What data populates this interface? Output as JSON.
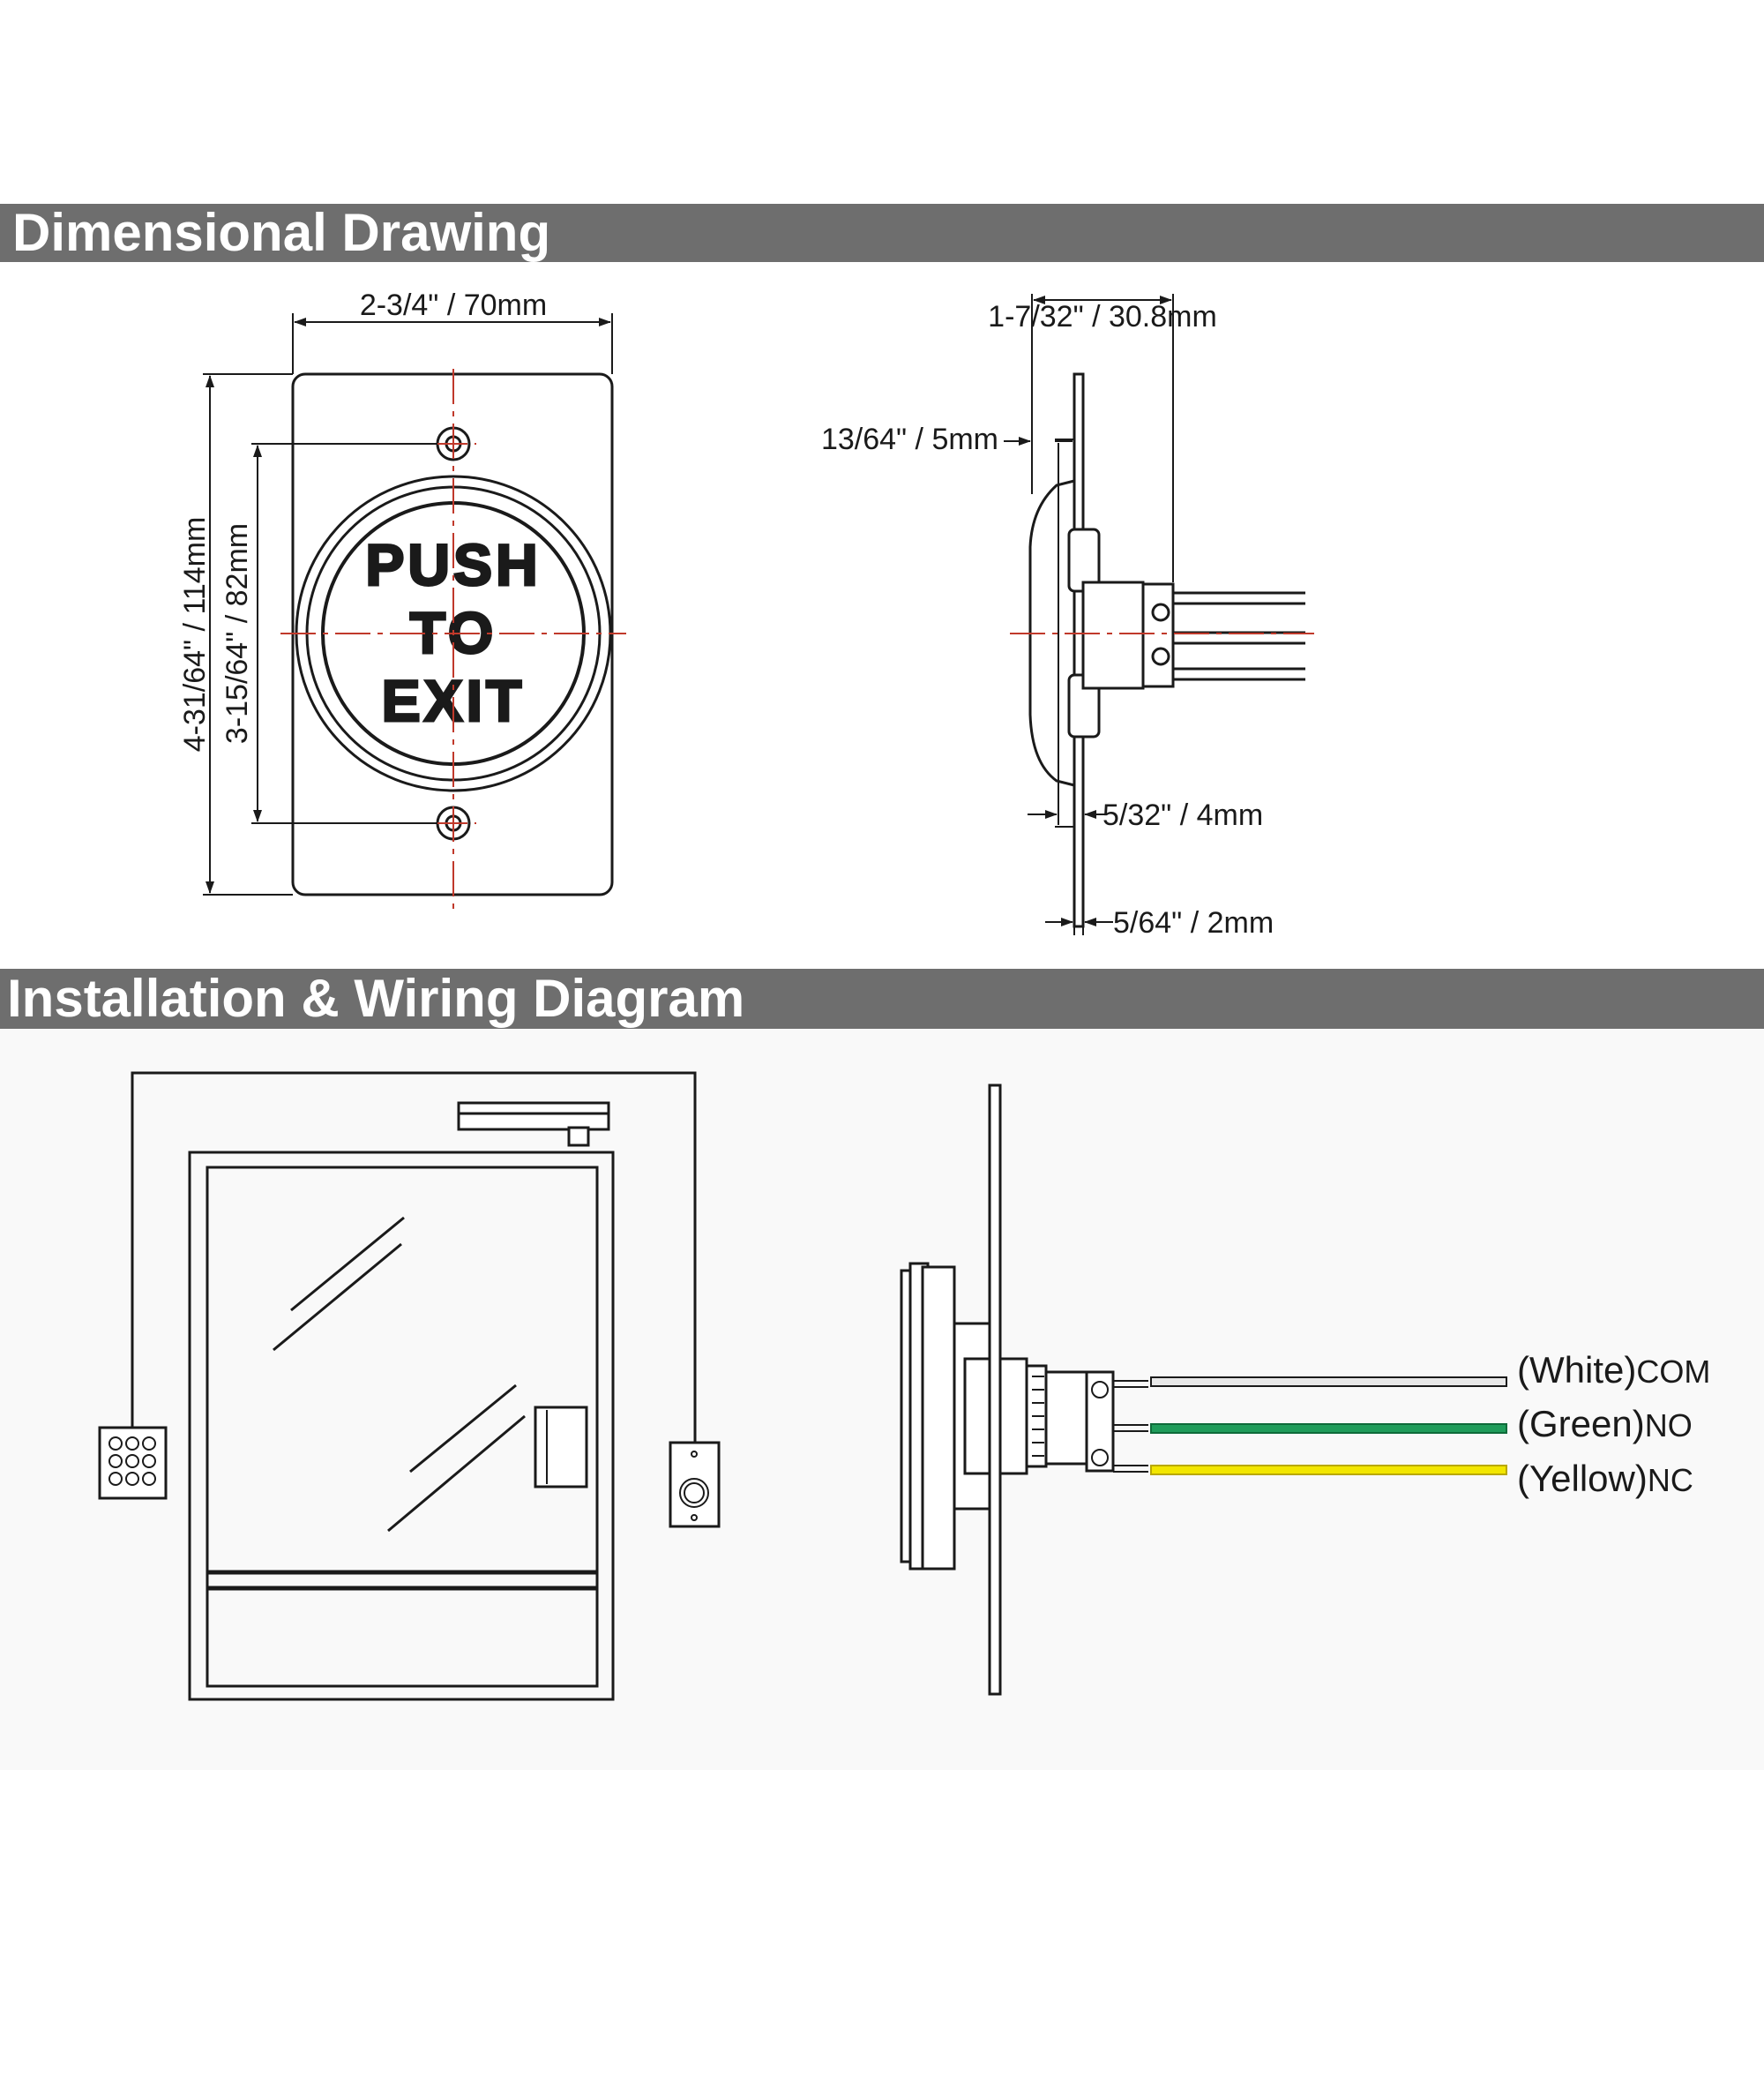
{
  "sections": {
    "dimensional_title": "Dimensional Drawing",
    "installation_title": "Installation & Wiring Diagram"
  },
  "dimensions": {
    "width": "2-3/4\" / 70mm",
    "height_total": "4-31/64\" / 114mm",
    "hole_spacing": "3-15/64\" / 82mm",
    "depth_total": "1-7/32\" / 30.8mm",
    "button_depth": "13/64\" / 5mm",
    "bezel": "5/32\" / 4mm",
    "plate": "5/64\" / 2mm"
  },
  "button_face": {
    "line1": "PUSH",
    "line2": "TO",
    "line3": "EXIT"
  },
  "wires": [
    {
      "color_name": "White",
      "terminal": "COM",
      "color": "#e8e8e8"
    },
    {
      "color_name": "Green",
      "terminal": "NO",
      "color": "#1f9c5a"
    },
    {
      "color_name": "Yellow",
      "terminal": "NC",
      "color": "#f2e600"
    }
  ],
  "colors": {
    "banner": "#6e6e6e",
    "centerline": "#c0392b"
  }
}
